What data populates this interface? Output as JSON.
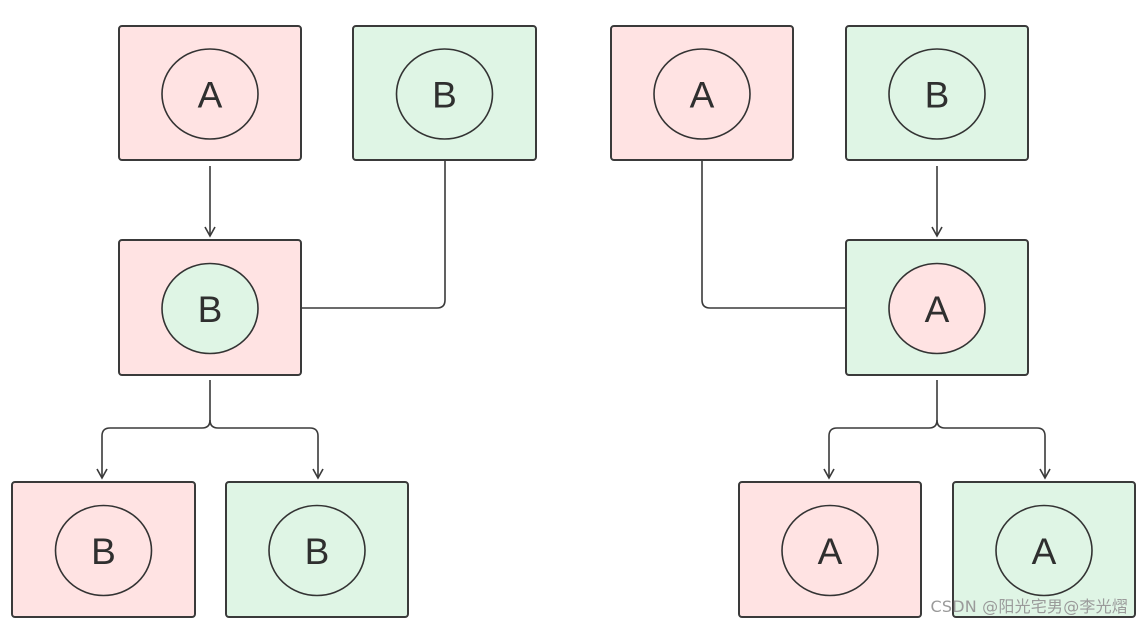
{
  "colors": {
    "pink": "#ffe3e3",
    "green": "#dff5e5",
    "border": "#3a3a3a"
  },
  "nodes": [
    {
      "id": "top-left-a",
      "box": "pink",
      "circle": "pink",
      "label": "A"
    },
    {
      "id": "top-left-b",
      "box": "green",
      "circle": "green",
      "label": "B"
    },
    {
      "id": "mid-left",
      "box": "pink",
      "circle": "green",
      "label": "B"
    },
    {
      "id": "bottom-left-1",
      "box": "pink",
      "circle": "pink",
      "label": "B"
    },
    {
      "id": "bottom-left-2",
      "box": "green",
      "circle": "green",
      "label": "B"
    },
    {
      "id": "top-right-a",
      "box": "pink",
      "circle": "pink",
      "label": "A"
    },
    {
      "id": "top-right-b",
      "box": "green",
      "circle": "green",
      "label": "B"
    },
    {
      "id": "mid-right",
      "box": "green",
      "circle": "pink",
      "label": "A"
    },
    {
      "id": "bottom-right-1",
      "box": "pink",
      "circle": "pink",
      "label": "A"
    },
    {
      "id": "bottom-right-2",
      "box": "green",
      "circle": "green",
      "label": "A"
    }
  ],
  "edges": [
    {
      "from": "top-left-a",
      "to": "mid-left"
    },
    {
      "from": "top-left-b",
      "to": "mid-left"
    },
    {
      "from": "mid-left",
      "to": "bottom-left-1"
    },
    {
      "from": "mid-left",
      "to": "bottom-left-2"
    },
    {
      "from": "top-right-b",
      "to": "mid-right"
    },
    {
      "from": "top-right-a",
      "to": "mid-right"
    },
    {
      "from": "mid-right",
      "to": "bottom-right-1"
    },
    {
      "from": "mid-right",
      "to": "bottom-right-2"
    }
  ],
  "watermark": "CSDN @阳光宅男@李光熠"
}
